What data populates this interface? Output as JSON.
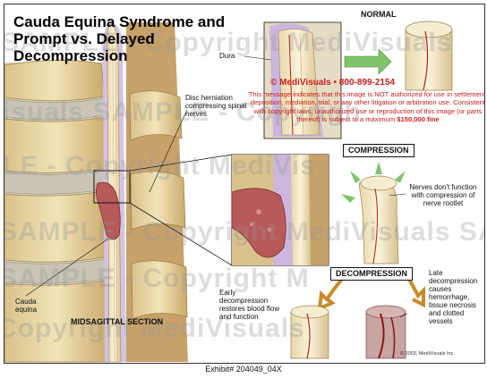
{
  "title": {
    "line1": "Cauda Equina Syndrome and",
    "line2": "Prompt vs. Delayed",
    "line3": "Decompression"
  },
  "labels": {
    "normal": "NORMAL",
    "dura": "Dura",
    "disc_herniation": "Disc herniation compressing spinal nerves",
    "compression": "COMPRESSION",
    "nerves_dont_function": "Nerves don't function with compression of nerve rootlet",
    "decompression": "DECOMPRESSION",
    "early_decompression": "Early decompression restores blood flow and function",
    "late_decompression": "Late decompression causes hemorrhage, tissue necrosis and clotted vessels",
    "cauda_equina": "Cauda equina",
    "midsagittal_section": "MIDSAGITTAL SECTION"
  },
  "notice": {
    "brand": "© MediVisuals • 800-899-2154",
    "text": "This message indicates that this image is NOT authorized for use in settlement, deposition, mediation, trial, or any other litigation or arbitration use.  Consistent with copyright laws, unauthorized use or reproduction of this image (or parts thereof) is subject to a maximum",
    "fine": "$150,000 fine"
  },
  "watermark": {
    "row1": "SAMPLE - Copyright MediVisuals",
    "row2": "isuals SAMPLE - Copyrigh",
    "row3": "LE - Copyright MediVis",
    "row4": "SAMPLE - Copyright MediVisuals SAMPLE",
    "row5": "SAMPLE - Copyright M",
    "row6": "Copyright MediVisuals"
  },
  "footer": {
    "small_copyright": "© 2003, MediVisuals Inc.",
    "exhibit": "Exhibit# 204049_04X"
  },
  "colors": {
    "bone": "#e9d9a4",
    "bone_dark": "#c9a96a",
    "disc": "#c9c4b6",
    "nerve": "#efe3bf",
    "dura": "#b79ccc",
    "herniation": "#b85a5a",
    "vessel": "#b3201d",
    "arrow_green": "#7fc46a",
    "arrow_orange": "#c98a2a",
    "notice_red": "#c8201c"
  }
}
